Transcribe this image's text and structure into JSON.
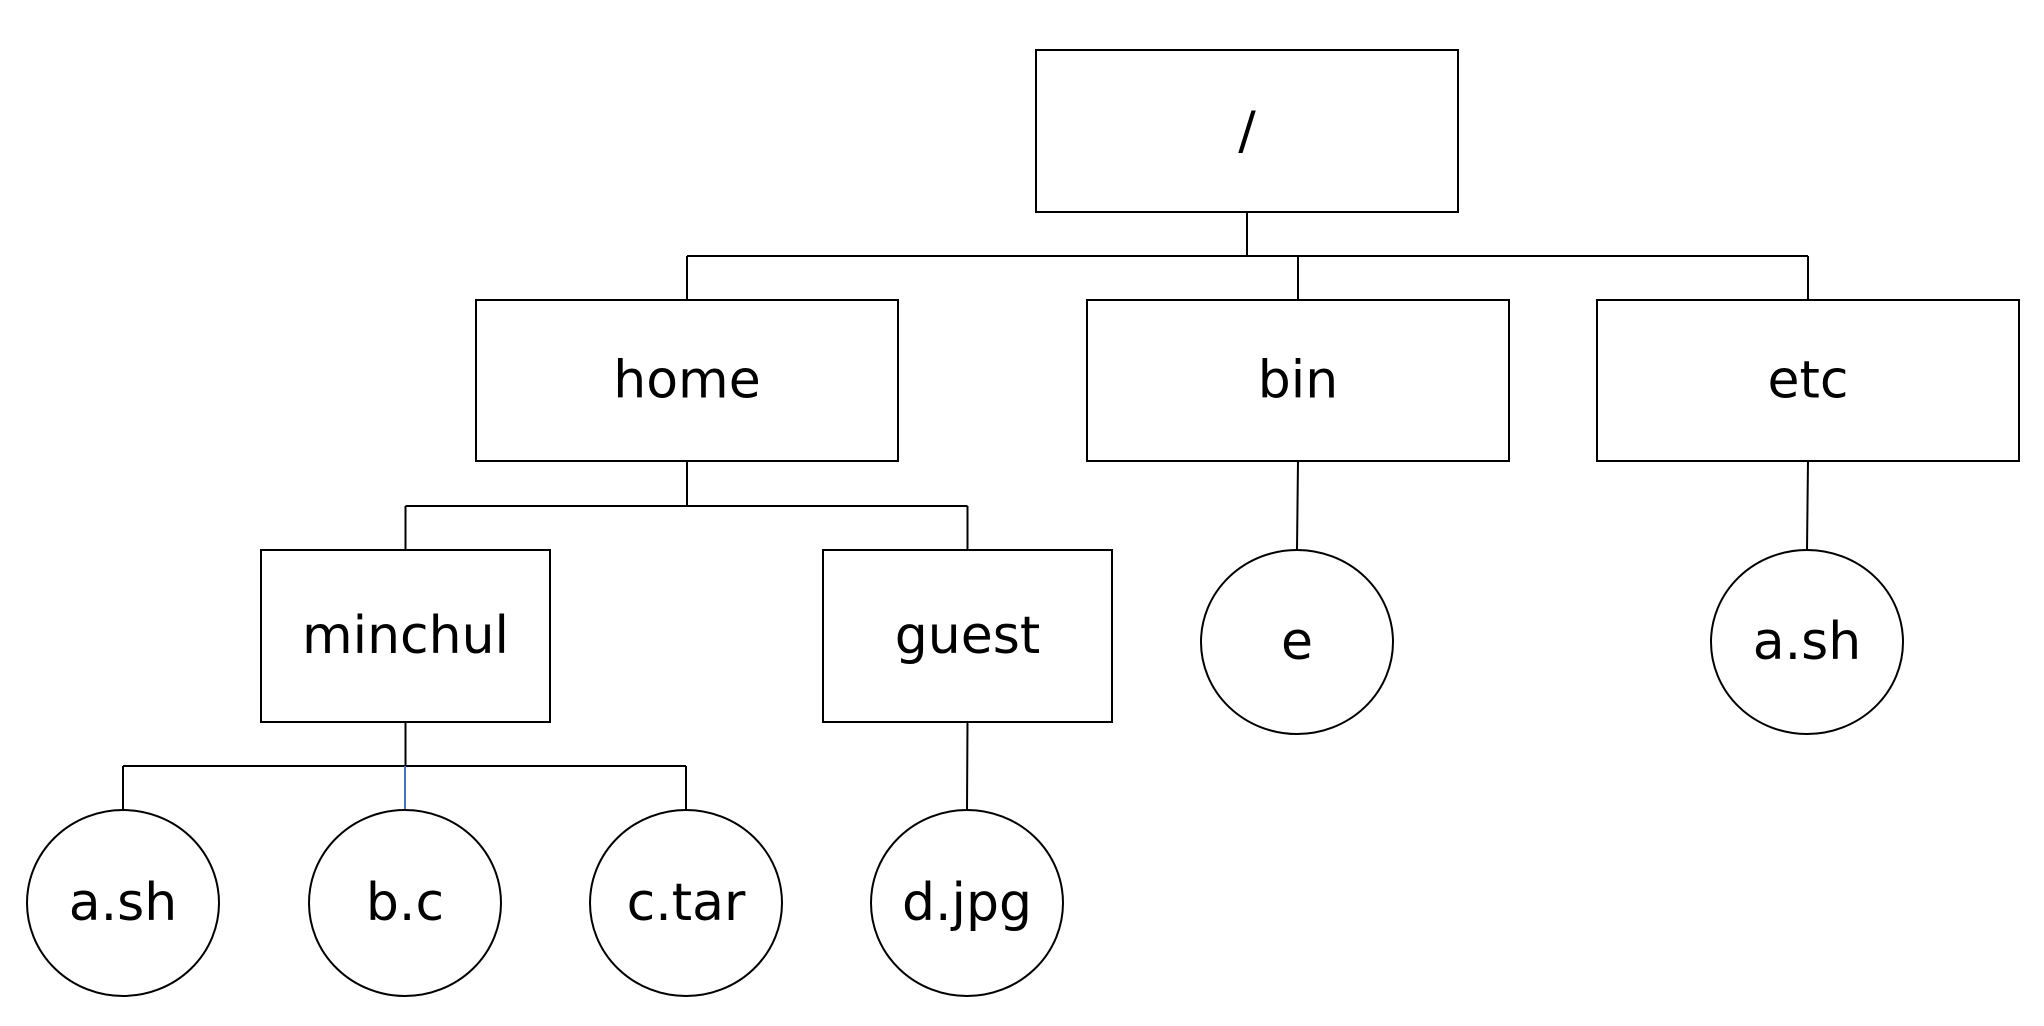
{
  "diagram": {
    "type": "directory-tree",
    "colors": {
      "stroke": "#000000",
      "background": "#ffffff",
      "highlight_edge": "#4472c4"
    },
    "nodes": [
      {
        "id": "root",
        "label": "/",
        "kind": "directory"
      },
      {
        "id": "home",
        "label": "home",
        "kind": "directory"
      },
      {
        "id": "bin",
        "label": "bin",
        "kind": "directory"
      },
      {
        "id": "etc",
        "label": "etc",
        "kind": "directory"
      },
      {
        "id": "minchul",
        "label": "minchul",
        "kind": "directory"
      },
      {
        "id": "guest",
        "label": "guest",
        "kind": "directory"
      },
      {
        "id": "e",
        "label": "e",
        "kind": "file"
      },
      {
        "id": "etc-ash",
        "label": "a.sh",
        "kind": "file"
      },
      {
        "id": "ash",
        "label": "a.sh",
        "kind": "file"
      },
      {
        "id": "bc",
        "label": "b.c",
        "kind": "file"
      },
      {
        "id": "ctar",
        "label": "c.tar",
        "kind": "file"
      },
      {
        "id": "djpg",
        "label": "d.jpg",
        "kind": "file"
      }
    ],
    "edges": [
      {
        "from": "root",
        "to": "home"
      },
      {
        "from": "root",
        "to": "bin"
      },
      {
        "from": "root",
        "to": "etc"
      },
      {
        "from": "home",
        "to": "minchul"
      },
      {
        "from": "home",
        "to": "guest"
      },
      {
        "from": "bin",
        "to": "e"
      },
      {
        "from": "etc",
        "to": "etc-ash"
      },
      {
        "from": "minchul",
        "to": "ash"
      },
      {
        "from": "minchul",
        "to": "bc",
        "highlighted": true
      },
      {
        "from": "minchul",
        "to": "ctar"
      },
      {
        "from": "guest",
        "to": "djpg"
      }
    ]
  }
}
